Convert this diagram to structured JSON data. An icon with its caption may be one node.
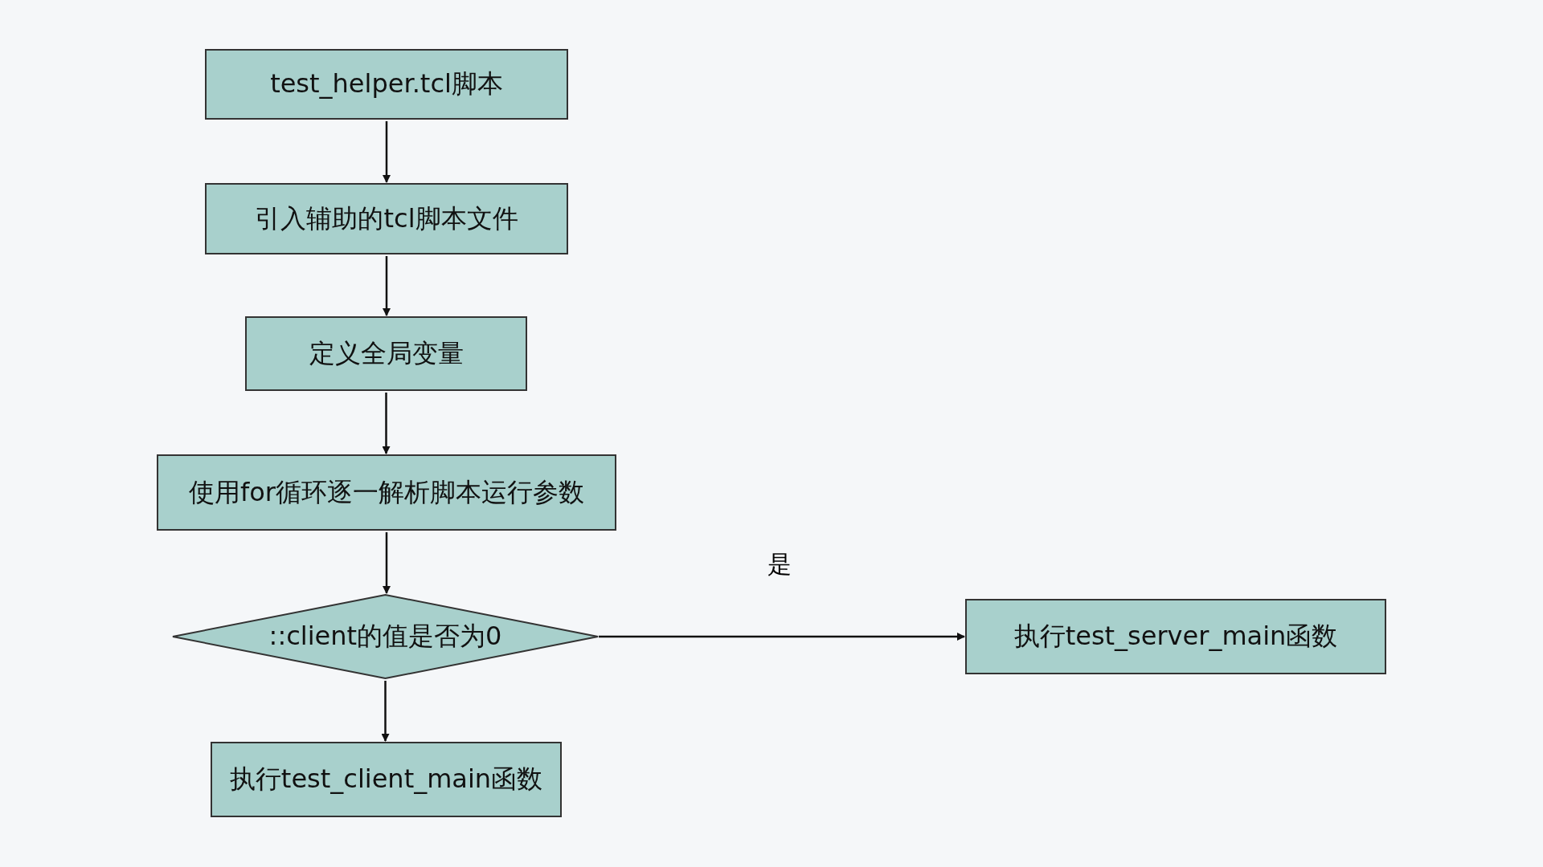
{
  "diagram": {
    "nodes": [
      {
        "text": [
          "test_helper.tcl脚本"
        ]
      },
      {
        "text": [
          "引入辅助的tcl脚本文件"
        ]
      },
      {
        "text": [
          "定义全局变量"
        ]
      },
      {
        "text": [
          "使用for循环逐一解析脚本运行参数"
        ]
      },
      {
        "text": [
          "::client的值是否为0"
        ]
      },
      {
        "text": [
          "执行test_server_main函数"
        ]
      },
      {
        "text": [
          "执行test_client_main函数"
        ]
      }
    ],
    "edges": [
      {
        "from": 0,
        "to": 1,
        "arrow": "to"
      },
      {
        "from": 1,
        "to": 2,
        "arrow": "to"
      },
      {
        "from": 2,
        "to": 3,
        "arrow": "to"
      },
      {
        "from": 3,
        "to": 4,
        "arrow": "to"
      },
      {
        "from": 4,
        "to": 5,
        "arrow": "to",
        "label": "是"
      },
      {
        "from": 4,
        "to": 6,
        "arrow": "to"
      }
    ]
  }
}
